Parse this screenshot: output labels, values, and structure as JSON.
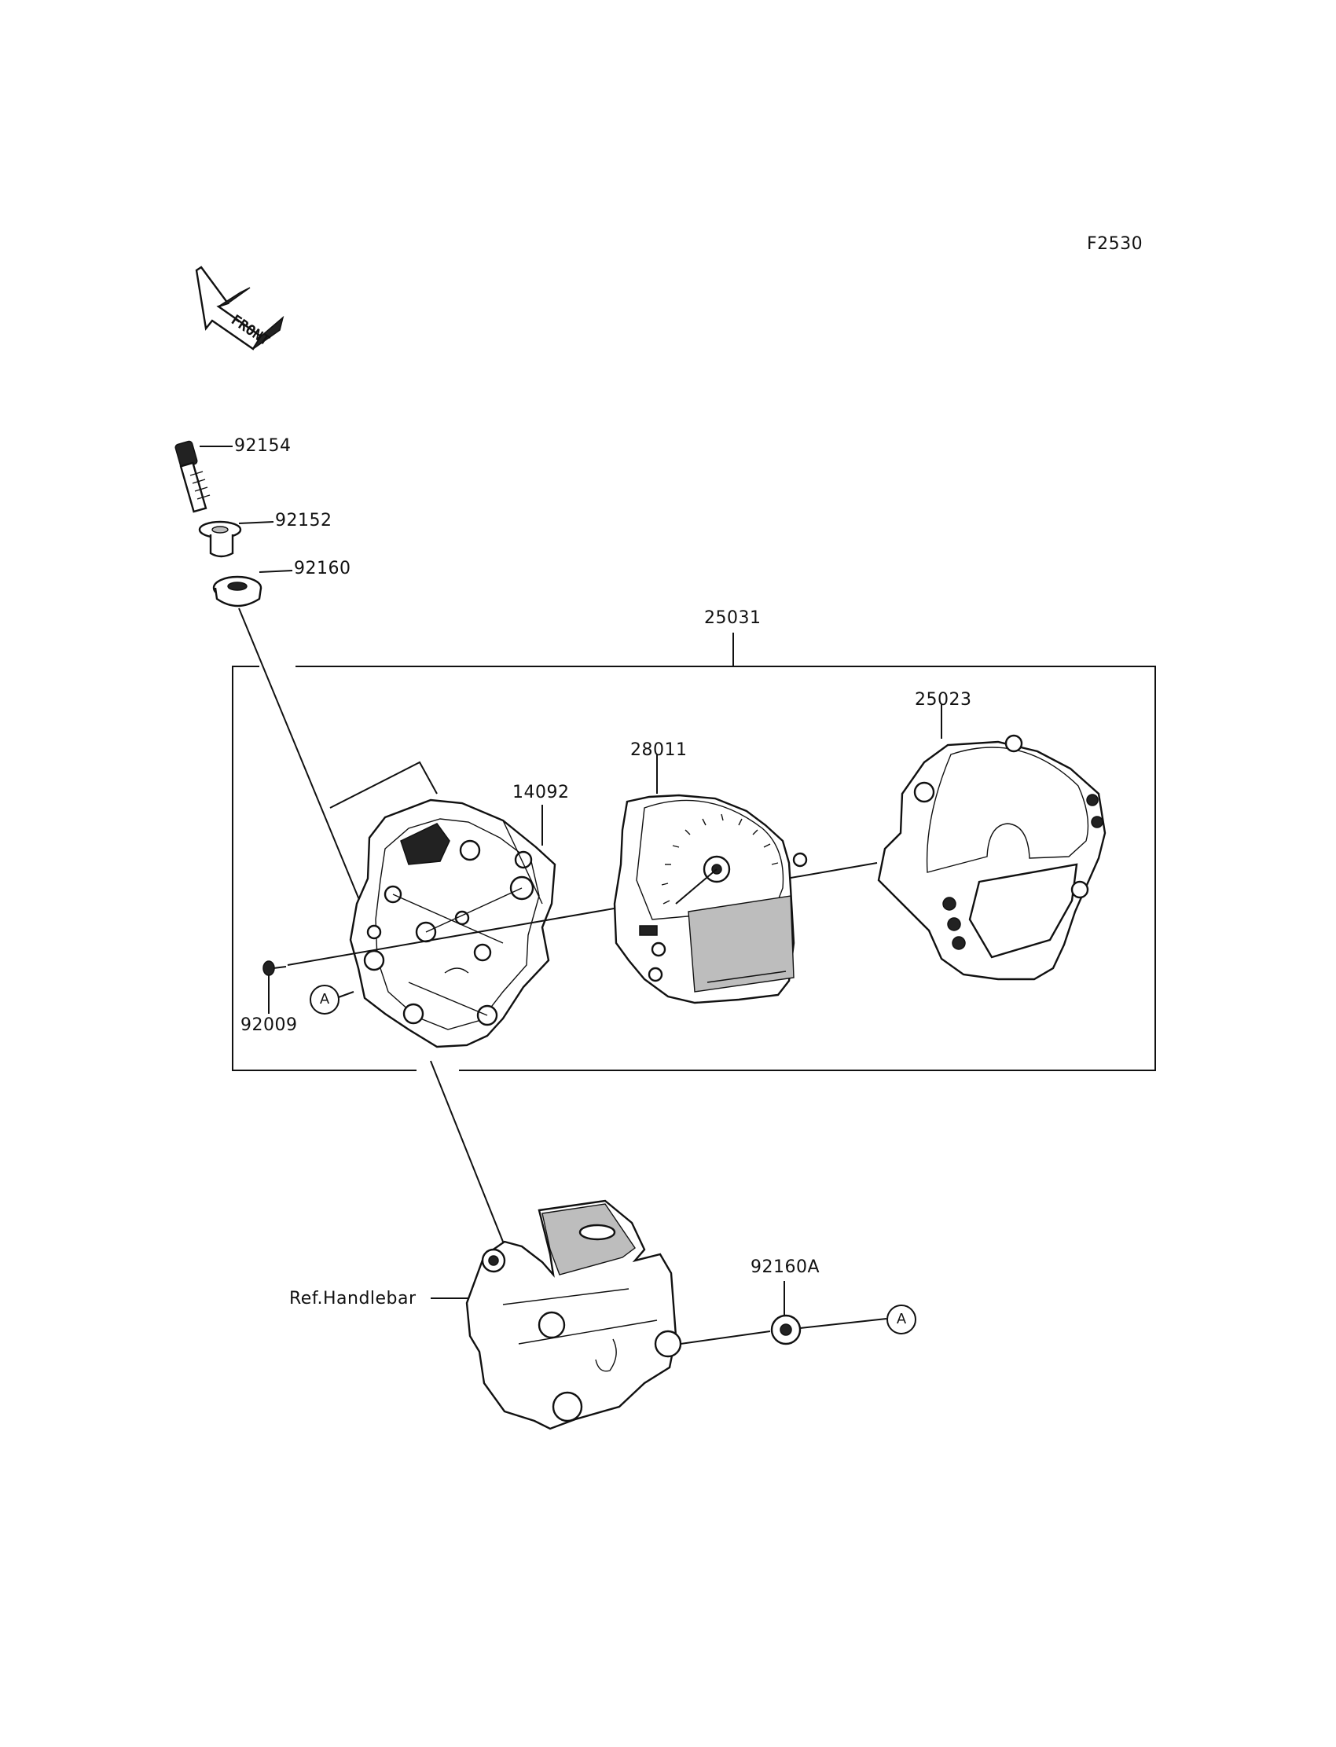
{
  "figure_code": "F2530",
  "front_arrow": {
    "text": "FRONT",
    "icon": "front-direction-arrow-icon"
  },
  "assembly_label": "25031",
  "parts": {
    "p92154": "92154",
    "p92152": "92152",
    "p92160": "92160",
    "p14092": "14092",
    "p28011": "28011",
    "p25023": "25023",
    "p92009": "92009",
    "p92160A": "92160A"
  },
  "reference_label": "Ref.Handlebar",
  "ref_marker": "A",
  "colors": {
    "ink": "#111111",
    "paper": "#ffffff"
  }
}
